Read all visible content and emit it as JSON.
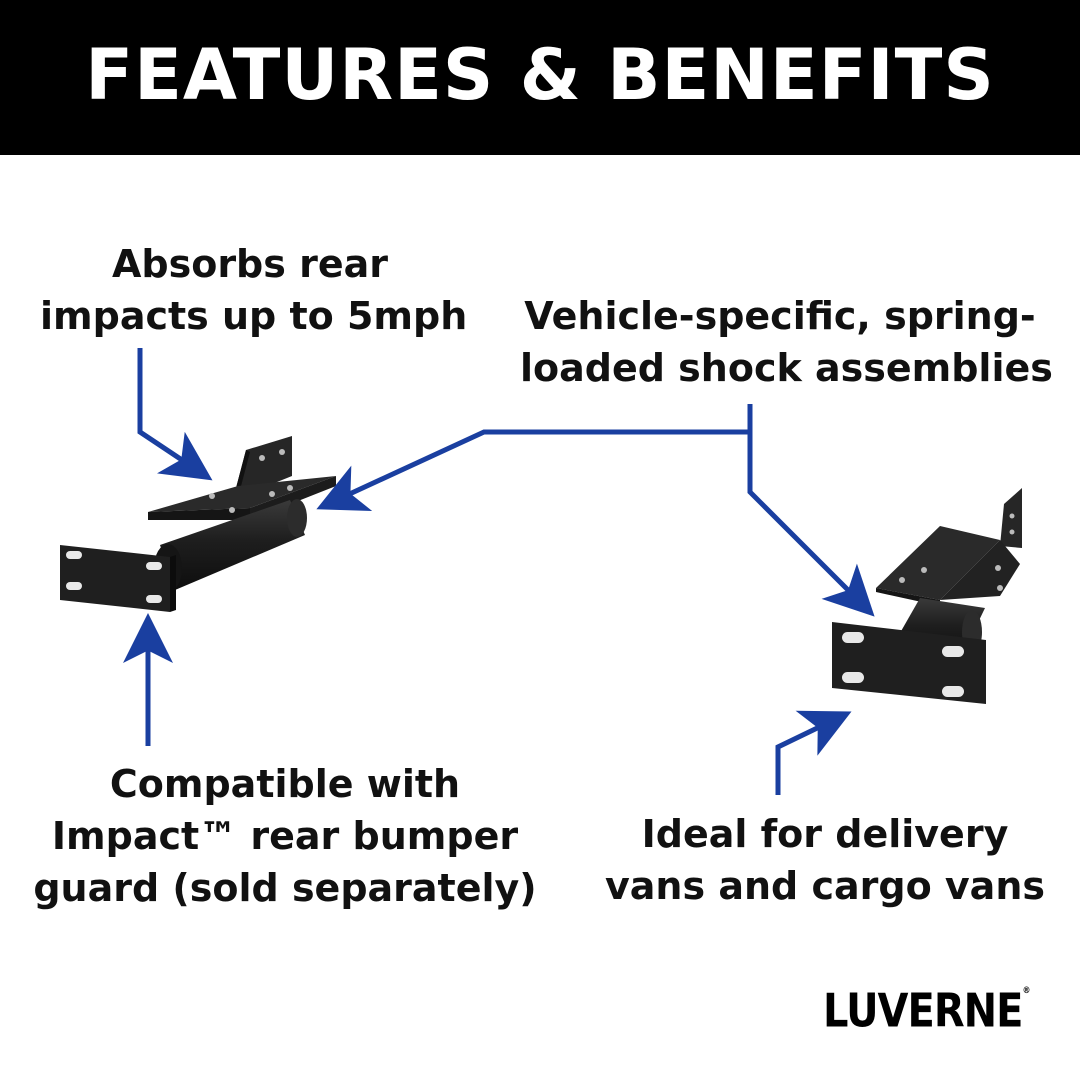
{
  "header": {
    "title": "FEATURES & BENEFITS"
  },
  "callouts": {
    "absorbs": {
      "line1": "Absorbs rear",
      "line2": "impacts up to 5mph"
    },
    "vehicle_specific": {
      "line1": "Vehicle-specific, spring-",
      "line2": "loaded shock assemblies"
    },
    "compatible": {
      "line1": "Compatible with",
      "line2": "Impact™ rear bumper",
      "line3": "guard (sold separately)"
    },
    "ideal": {
      "line1": "Ideal for delivery",
      "line2": "vans and cargo vans"
    }
  },
  "brand": {
    "logo_text": "LUVERNE",
    "registered_mark": "®"
  },
  "colors": {
    "header_bg": "#000000",
    "arrow": "#1a3fa0",
    "bracket": "#1b1b1b",
    "text": "#111111"
  }
}
